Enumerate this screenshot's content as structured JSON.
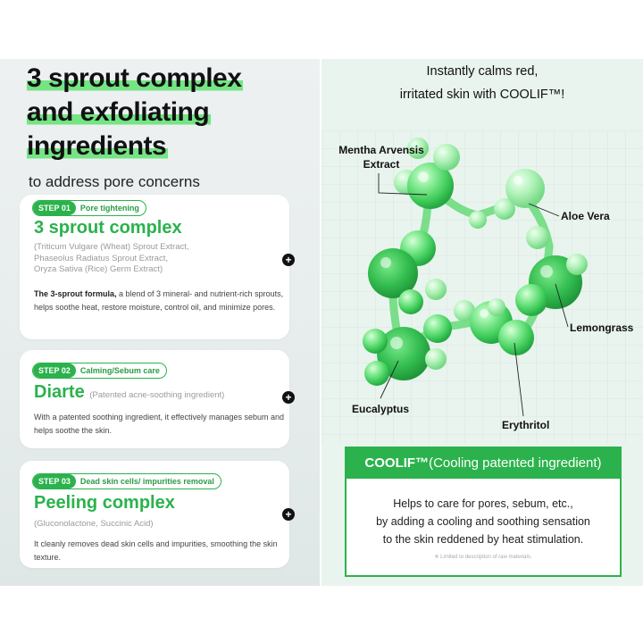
{
  "left": {
    "headline": [
      "3 sprout complex",
      "and exfoliating",
      "ingredients"
    ],
    "subtitle": "to address pore concerns",
    "steps": [
      {
        "badge_num": "STEP 01",
        "badge_text": "Pore tightening",
        "title": "3 sprout complex",
        "note": "",
        "ingredients": [
          "(Triticum Vulgare (Wheat) Sprout Extract,",
          "Phaseolus Radiatus Sprout Extract,",
          "Oryza Sativa (Rice) Germ Extract)"
        ],
        "body_bold": "The 3-sprout formula,",
        "body_rest": " a blend of 3 mineral- and nutrient-rich sprouts, helps soothe heat, restore moisture, control oil, and minimize pores."
      },
      {
        "badge_num": "STEP 02",
        "badge_text": "Calming/Sebum care",
        "title": "Diarte",
        "note": "(Patented acne-soothing ingredient)",
        "ingredients": [],
        "body_bold": "",
        "body_rest": "With a patented soothing ingredient, it effectively manages sebum and helps soothe the skin."
      },
      {
        "badge_num": "STEP 03",
        "badge_text": "Dead skin cells/ impurities removal",
        "title": "Peeling complex",
        "note": "",
        "ingredients": [
          "(Gluconolactone, Succinic Acid)"
        ],
        "body_bold": "",
        "body_rest": "It cleanly removes dead skin cells and impurities, smoothing the skin texture."
      }
    ],
    "plus_glyph": "+"
  },
  "right": {
    "heading": [
      "Instantly calms red,",
      "irritated skin with COOLIF™!"
    ],
    "labels": {
      "mentha": [
        "Mentha Arvensis",
        "Extract"
      ],
      "aloe": "Aloe Vera",
      "lemon": "Lemongrass",
      "euca": "Eucalyptus",
      "eryth": "Erythritol"
    },
    "coolif": {
      "name": "COOLIF™",
      "desc_label": "(Cooling patented ingredient)",
      "description": [
        "Helps to care for pores, sebum, etc.,",
        "by adding a cooling and soothing sensation",
        "to the skin reddened by heat stimulation."
      ],
      "footnote": "※ Limited to description of raw materials."
    }
  },
  "colors": {
    "accent": "#2bb24c",
    "highlight": "#74e484",
    "left_bg": "#e6ecec",
    "right_bg": "#e9f4ee"
  },
  "icons": [
    "plus-icon"
  ]
}
